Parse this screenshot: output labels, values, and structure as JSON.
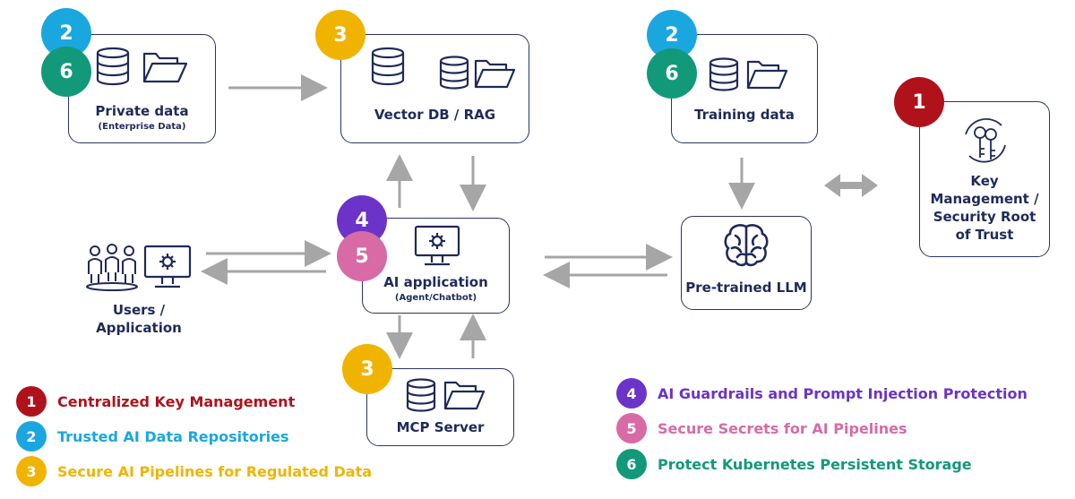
{
  "nodes": {
    "private_data": {
      "label": "Private data",
      "sub": "(Enterprise Data)"
    },
    "vector_db": {
      "label": "Vector DB / RAG"
    },
    "training_data": {
      "label": "Training data"
    },
    "key_mgmt": {
      "label_lines": [
        "Key",
        "Management /",
        "Security Root",
        "of Trust"
      ]
    },
    "ai_app": {
      "label": "AI application",
      "sub": "(Agent/Chatbot)"
    },
    "llm": {
      "label": "Pre-trained LLM"
    },
    "mcp": {
      "label": "MCP Server"
    },
    "users": {
      "label_lines": [
        "Users /",
        "Application"
      ]
    }
  },
  "badges": {
    "b1": "1",
    "b2": "2",
    "b3": "3",
    "b4": "4",
    "b5": "5",
    "b6": "6"
  },
  "legend": [
    {
      "num": "1",
      "text": "Centralized Key Management",
      "color": "#b0121b"
    },
    {
      "num": "2",
      "text": "Trusted AI Data Repositories",
      "color": "#1aa7e0"
    },
    {
      "num": "3",
      "text": "Secure AI Pipelines for Regulated Data",
      "color": "#f0b400"
    },
    {
      "num": "4",
      "text": "AI Guardrails and Prompt Injection Protection",
      "color": "#6b33c8"
    },
    {
      "num": "5",
      "text": "Secure Secrets for AI Pipelines",
      "color": "#d86aa6"
    },
    {
      "num": "6",
      "text": "Protect Kubernetes Persistent Storage",
      "color": "#12997a"
    }
  ],
  "colors": {
    "c1": "#b0121b",
    "c2": "#1aa7e0",
    "c3": "#f0b400",
    "c4": "#6b33c8",
    "c5": "#d86aa6",
    "c6": "#12997a",
    "box_border": "#2b3566",
    "arrow": "#a6a6a6"
  },
  "icons": [
    "database-icon",
    "folder-icon",
    "brain-icon",
    "monitor-gear-icon",
    "keys-icon",
    "users-icon"
  ]
}
